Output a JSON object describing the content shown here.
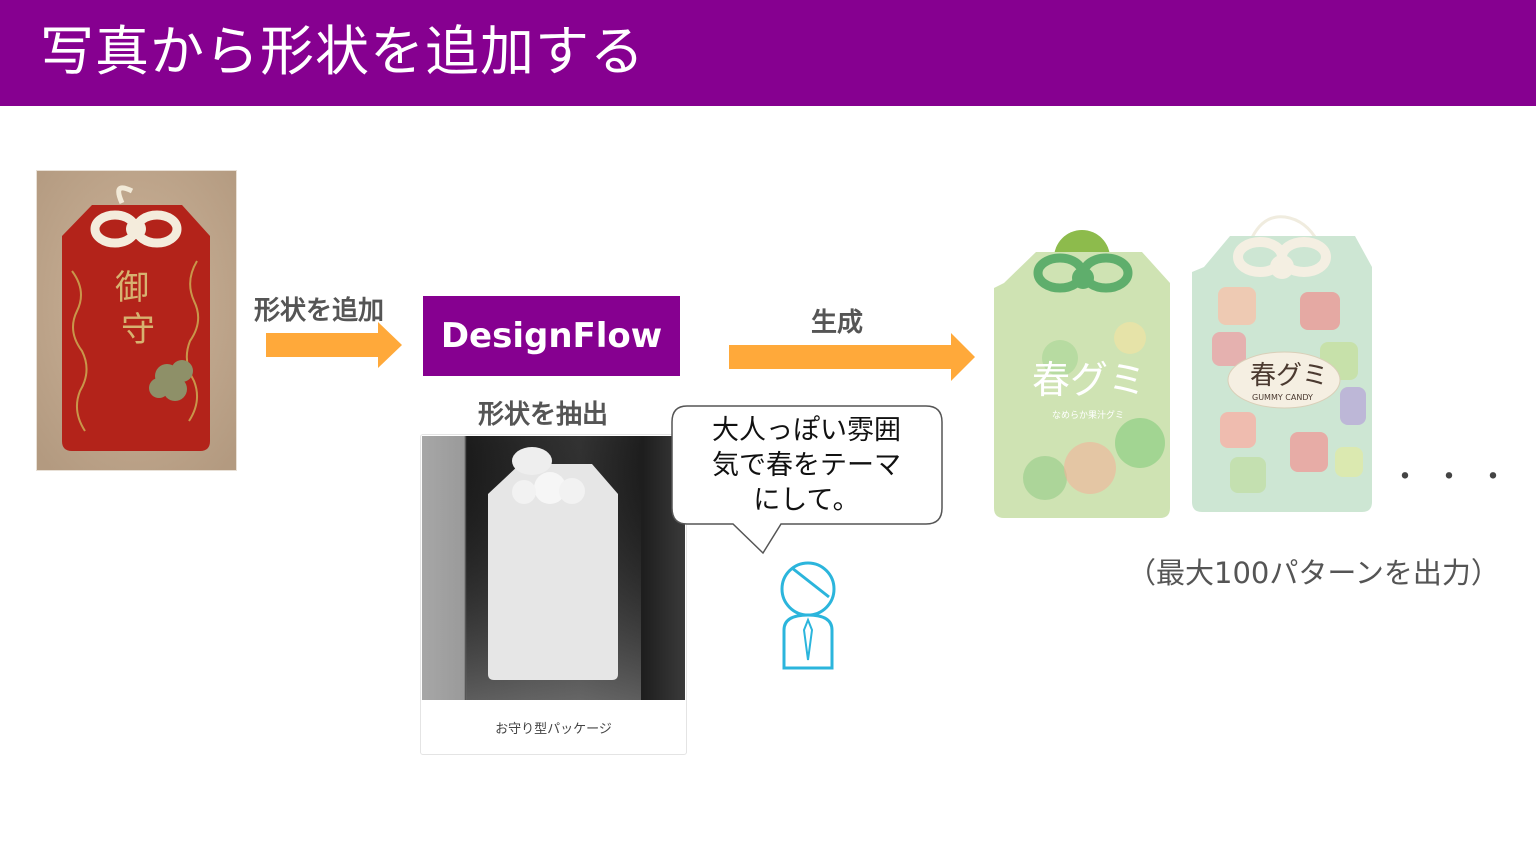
{
  "header": {
    "title": "写真から形状を追加する",
    "bg_color": "#860090"
  },
  "source_photo": {
    "subject": "omamori-photo",
    "text_on_item": [
      "御",
      "守"
    ]
  },
  "arrow_add": {
    "label": "形状を追加",
    "color": "#FFA93A"
  },
  "designflow": {
    "label": "DesignFlow",
    "color": "#860090"
  },
  "extract": {
    "label": "形状を抽出",
    "card_caption": "お守り型パッケージ"
  },
  "speech": {
    "lines": [
      "大人っぽい雰囲",
      "気で春をテーマ",
      "にして。"
    ],
    "person_color": "#2BB5DC"
  },
  "arrow_generate": {
    "label": "生成"
  },
  "outputs": [
    {
      "name": "春グミ",
      "subtitle": "なめらか果汁グミ"
    },
    {
      "name": "春グミ",
      "subtitle": "GUMMY CANDY"
    }
  ],
  "ellipsis": "・・・",
  "note": "（最大100パターンを出力）"
}
